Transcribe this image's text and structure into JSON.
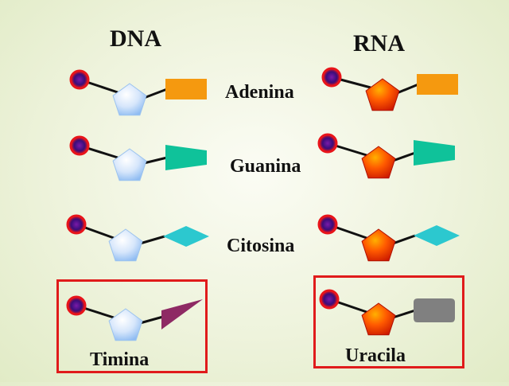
{
  "headings": {
    "dna": "DNA",
    "rna": "RNA"
  },
  "bases": [
    {
      "label": "Adenina",
      "shape": "rectangle",
      "color": "#f5990f"
    },
    {
      "label": "Guanina",
      "shape": "trapezoid",
      "color": "#0fc29a"
    },
    {
      "label": "Citosina",
      "shape": "diamond",
      "color": "#2cc8cf"
    }
  ],
  "dna_unique": {
    "label": "Timina",
    "shape": "triangle",
    "color": "#8e2a64"
  },
  "rna_unique": {
    "label": "Uracila",
    "shape": "rounded-rectangle",
    "color": "#808080"
  },
  "colors": {
    "phosphate_outer": "#e8141a",
    "phosphate_inner": "#4a1088",
    "deoxyribose": "#b3d2f5",
    "ribose": "#e83a10",
    "bond": "#111111",
    "highlight": "#e01b1b"
  }
}
